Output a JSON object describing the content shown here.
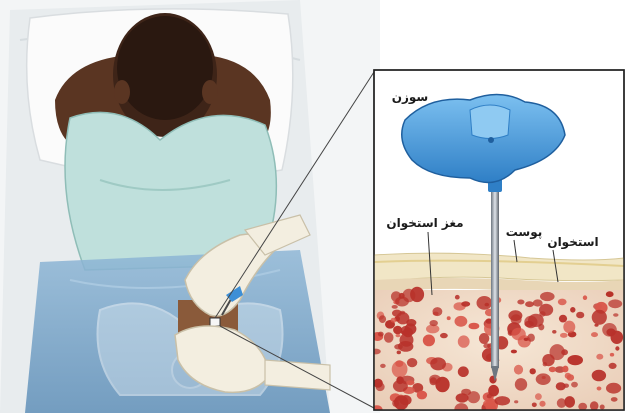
{
  "labels": {
    "needle": "سوزن",
    "bone_marrow": "مغز استخوان",
    "skin": "پوست",
    "bone": "استخوان"
  },
  "colors": {
    "needle_blue": "#3d8fd6",
    "skin_layer": "#efe2bf",
    "marrow_red": "#b8312a",
    "gown": "#bfe0dc",
    "drape": "#7aa7c9"
  }
}
